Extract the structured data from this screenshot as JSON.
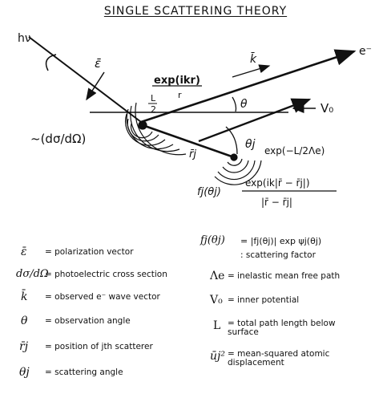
{
  "title": "SINGLE SCATTERING THEORY",
  "diagram": {
    "hv": "hν",
    "epsilon": "ε̄",
    "exp_ikr": "exp(ikr)",
    "r_small": "r",
    "k_vec": "k̄",
    "e_minus": "e⁻",
    "theta": "θ",
    "V0": "V₀",
    "l_half_num": "L",
    "l_half_den": "2",
    "theta_j": "θj",
    "exp_damp": "exp(−L/2Λe)",
    "r_j": "r̄j",
    "cross_section": "~(dσ/dΩ)",
    "f_theta_j": "fj(θj)",
    "fraction_num": "exp(ik|r̄ − r̄j|)",
    "fraction_den": "|r̄ − r̄j|"
  },
  "legend_left": [
    {
      "symbol": "ε̄",
      "desc": "polarization vector"
    },
    {
      "symbol": "dσ/dΩ",
      "desc": "photoelectric cross section"
    },
    {
      "symbol": "k̄",
      "desc": "observed e⁻ wave vector"
    },
    {
      "symbol": "θ",
      "desc": "observation angle"
    },
    {
      "symbol": "r̄j",
      "desc": "position of jth scatterer"
    },
    {
      "symbol": "θj",
      "desc": "scattering angle"
    }
  ],
  "legend_right": [
    {
      "symbol": "fj(θj)",
      "desc": "= |fj(θj)| exp ψj(θj)"
    },
    {
      "symbol": "",
      "desc": "scattering factor"
    },
    {
      "symbol": "Λe",
      "desc": "inelastic mean free path"
    },
    {
      "symbol": "V₀",
      "desc": "inner potential"
    },
    {
      "symbol": "L",
      "desc": "total path length below surface"
    },
    {
      "symbol": "ūj²",
      "desc": "mean-squared atomic displacement"
    }
  ]
}
